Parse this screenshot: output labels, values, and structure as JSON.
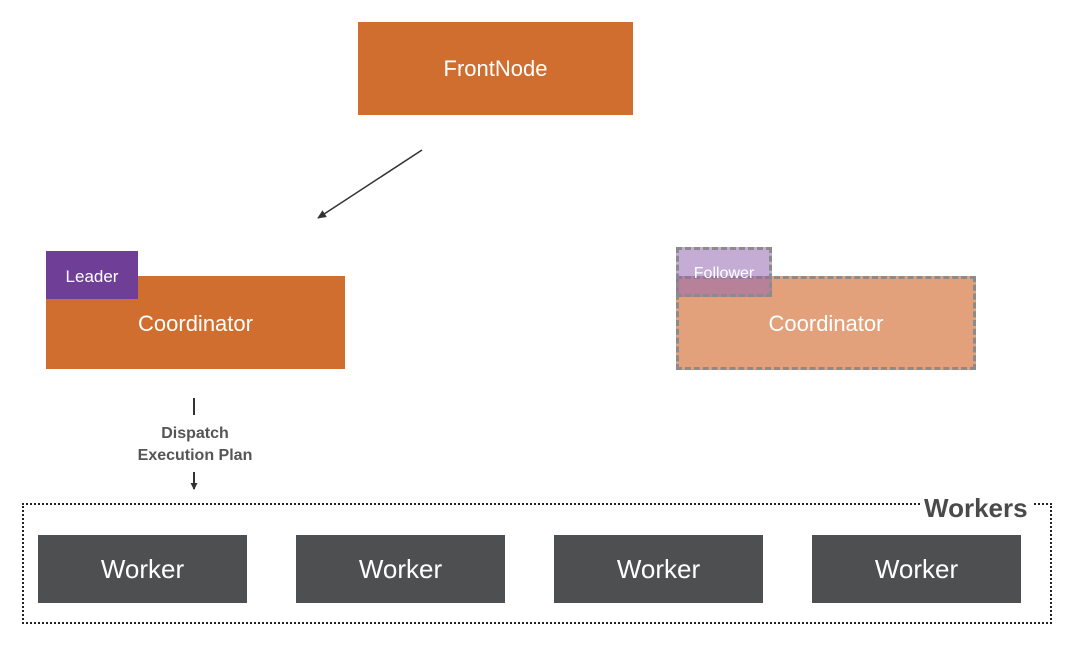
{
  "front_node": {
    "label": "FrontNode"
  },
  "leader_coordinator": {
    "tag": "Leader",
    "label": "Coordinator"
  },
  "follower_coordinator": {
    "tag": "Follower",
    "label": "Coordinator"
  },
  "dispatch": {
    "line1": "Dispatch",
    "line2": "Execution Plan"
  },
  "workers": {
    "title": "Workers",
    "items": [
      {
        "label": "Worker"
      },
      {
        "label": "Worker"
      },
      {
        "label": "Worker"
      },
      {
        "label": "Worker"
      }
    ]
  },
  "colors": {
    "accent_orange": "#cf6e2e",
    "faded_orange": "#e2a17a",
    "leader_purple": "#6f3f98",
    "worker_gray": "#4e4f51"
  }
}
